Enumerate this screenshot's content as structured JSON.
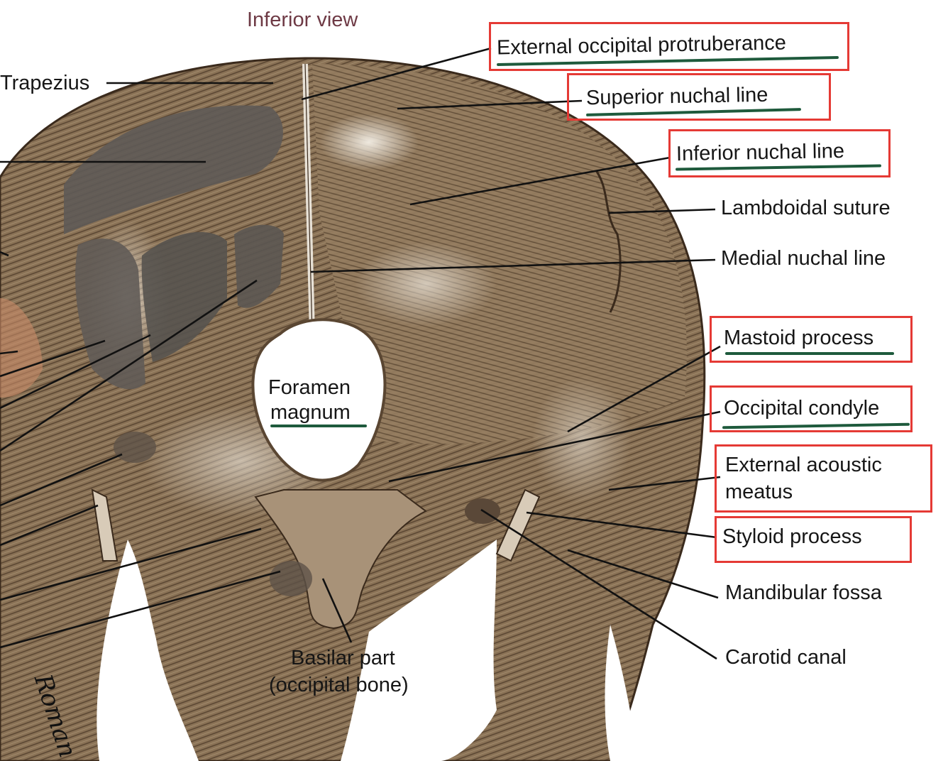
{
  "figure": {
    "title": "Inferior view",
    "artist_signature": "Roman",
    "colors": {
      "bone_dark": "#6b5640",
      "bone_mid": "#8c7458",
      "bone_light": "#e9e2d6",
      "muscle_area": "#5e5a56",
      "highlight_box": "#e53a35",
      "underline": "#1e5a3c",
      "title": "#6e3a45",
      "leader_line": "#111111"
    }
  },
  "labels": {
    "trapezius": "Trapezius",
    "external_occipital_protuberance": "External occipital protruberance",
    "superior_nuchal_line": "Superior nuchal line",
    "inferior_nuchal_line": "Inferior nuchal line",
    "lambdoidal_suture": "Lambdoidal suture",
    "medial_nuchal_line": "Medial nuchal line",
    "mastoid_process": "Mastoid process",
    "occipital_condyle": "Occipital condyle",
    "external_acoustic_meatus": "External acoustic meatus",
    "styloid_process": "Styloid process",
    "mandibular_fossa": "Mandibular fossa",
    "carotid_canal": "Carotid canal",
    "foramen_magnum_line1": "Foramen",
    "foramen_magnum_line2": "magnum",
    "basilar_part_line1": "Basilar part",
    "basilar_part_line2": "(occipital bone)"
  },
  "highlighted": [
    "External occipital protruberance",
    "Superior nuchal line",
    "Inferior nuchal line",
    "Mastoid process",
    "Occipital condyle",
    "External acoustic meatus",
    "Styloid process"
  ],
  "underlined": [
    "External occipital protruberance",
    "Superior nuchal line",
    "Inferior nuchal line",
    "Mastoid process",
    "Occipital condyle",
    "Foramen magnum"
  ]
}
